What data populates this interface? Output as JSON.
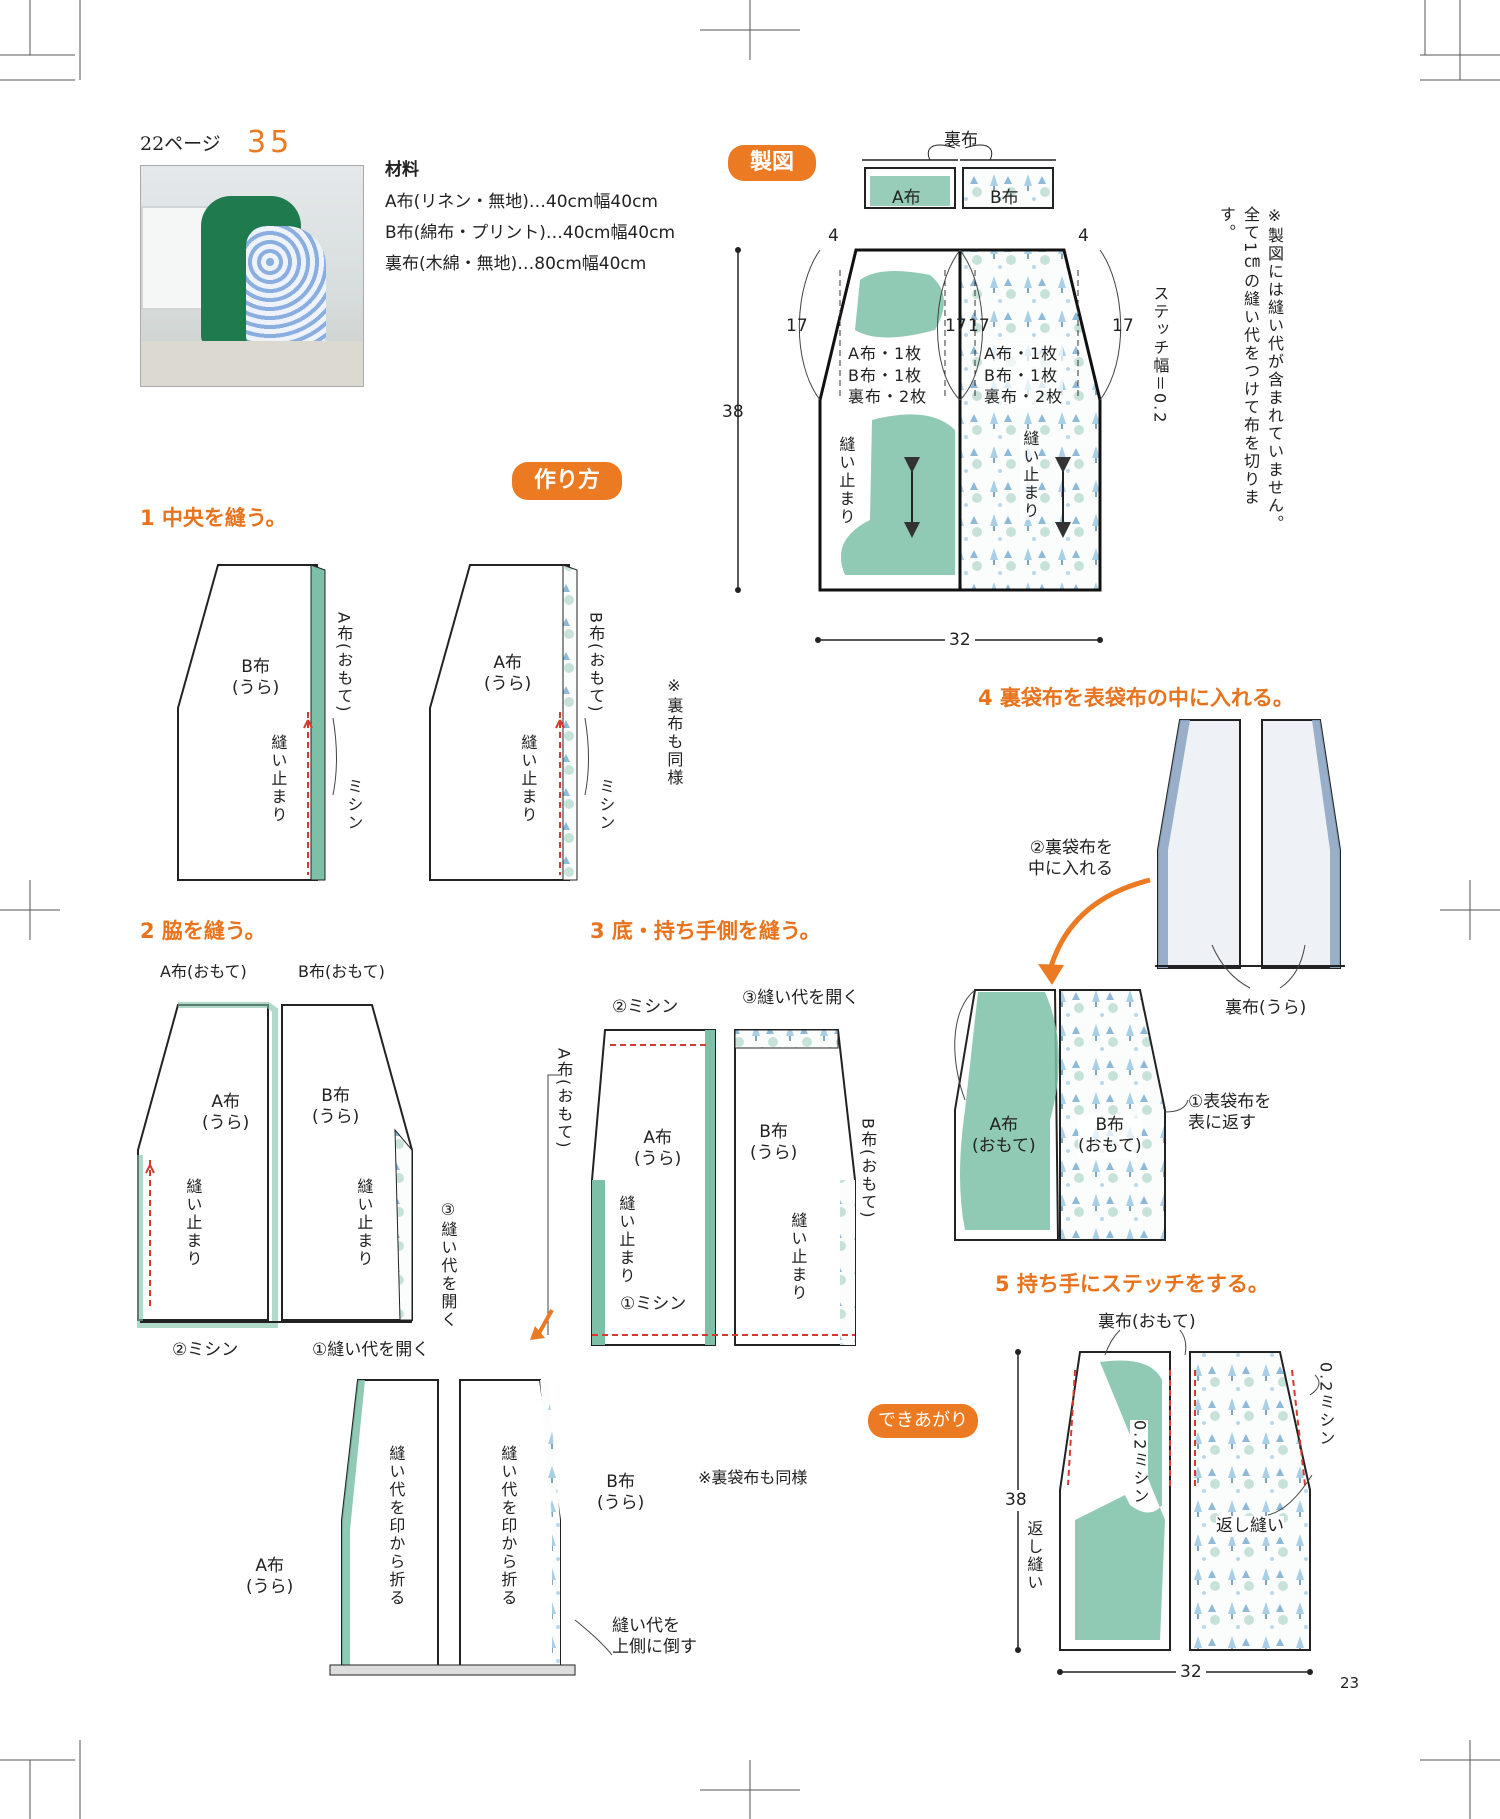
{
  "header": {
    "ref_page": "22ページ",
    "item_no": "35"
  },
  "materials": {
    "title": "材料",
    "lines": [
      "A布(リネン・無地)…40cm幅40cm",
      "B布(綿布・プリント)…40cm幅40cm",
      "裏布(木綿・無地)…80cm幅40cm"
    ]
  },
  "pattern": {
    "heading": "製図",
    "lining_label": "裏布",
    "a_label": "A布",
    "b_label": "B布",
    "dim_top_left": "4",
    "dim_top_right": "4",
    "dim_side_left": "17",
    "dim_side_right": "17",
    "dim_inner_left": "17",
    "dim_inner_right": "17",
    "dim_height": "38",
    "dim_width": "32",
    "cut_left": "A布・1枚\nB布・1枚\n裏布・2枚",
    "cut_right": "A布・1枚\nB布・1枚\n裏布・2枚",
    "stop_left": "縫い止まり",
    "stop_right": "縫い止まり",
    "stitch_width": "ステッチ幅＝0.2",
    "note": "※製図には縫い代が含まれていません。全て1㎝の縫い代をつけて布を切ります。"
  },
  "howto": {
    "heading": "作り方",
    "step1": {
      "title": "1 中央を縫う。",
      "left_fabric": "B布\n(うら)",
      "left_side": "A布(おもて)",
      "right_fabric": "A布\n(うら)",
      "right_side": "B布(おもて)",
      "stop": "縫い止まり",
      "machine": "ミシン",
      "note": "※裏布も同様"
    },
    "step2": {
      "title": "2 脇を縫う。",
      "a_front": "A布(おもて)",
      "b_front": "B布(おもて)",
      "a_back": "A布\n(うら)",
      "b_back": "B布\n(うら)",
      "stop": "縫い止まり",
      "open3": "③縫い代を開く",
      "machine2": "②ミシン",
      "open1": "①縫い代を開く"
    },
    "step3": {
      "title": "3 底・持ち手側を縫う。",
      "machine2": "②ミシン",
      "open3": "③縫い代を開く",
      "a_front": "A布(おもて)",
      "b_front": "B布(おもて)",
      "a_back": "A布\n(うら)",
      "b_back": "B布\n(うら)",
      "stop": "縫い止まり",
      "machine1": "①ミシン",
      "fold1": "縫い代を印から折る",
      "fold2": "縫い代を印から折る",
      "b_back2": "B布\n(うら)",
      "a_back2": "A布\n(うら)",
      "note": "※裏袋布も同様",
      "push": "縫い代を\n上側に倒す"
    },
    "step4": {
      "title": "4 裏袋布を表袋布の中に入れる。",
      "insert": "②裏袋布を\n中に入れる",
      "lining_back": "裏布(うら)",
      "turn": "①表袋布を\n表に返す",
      "a_front": "A布\n(おもて)",
      "b_front": "B布\n(おもて)"
    },
    "step5": {
      "title": "5 持ち手にステッチをする。",
      "lining_front": "裏布(おもて)",
      "machine_right": "0.2ミシン",
      "machine_inner": "0.2ミシン",
      "backstitch": "返し縫い",
      "backstitch_left": "返し縫い",
      "dim_height": "38",
      "dim_width": "32"
    },
    "finished": "できあがり"
  },
  "page_number": "23",
  "colors": {
    "accent": "#ec7a22",
    "green": "#6db8a0",
    "blue_gray": "#8fa6c4",
    "stitch": "#d43a2f"
  }
}
